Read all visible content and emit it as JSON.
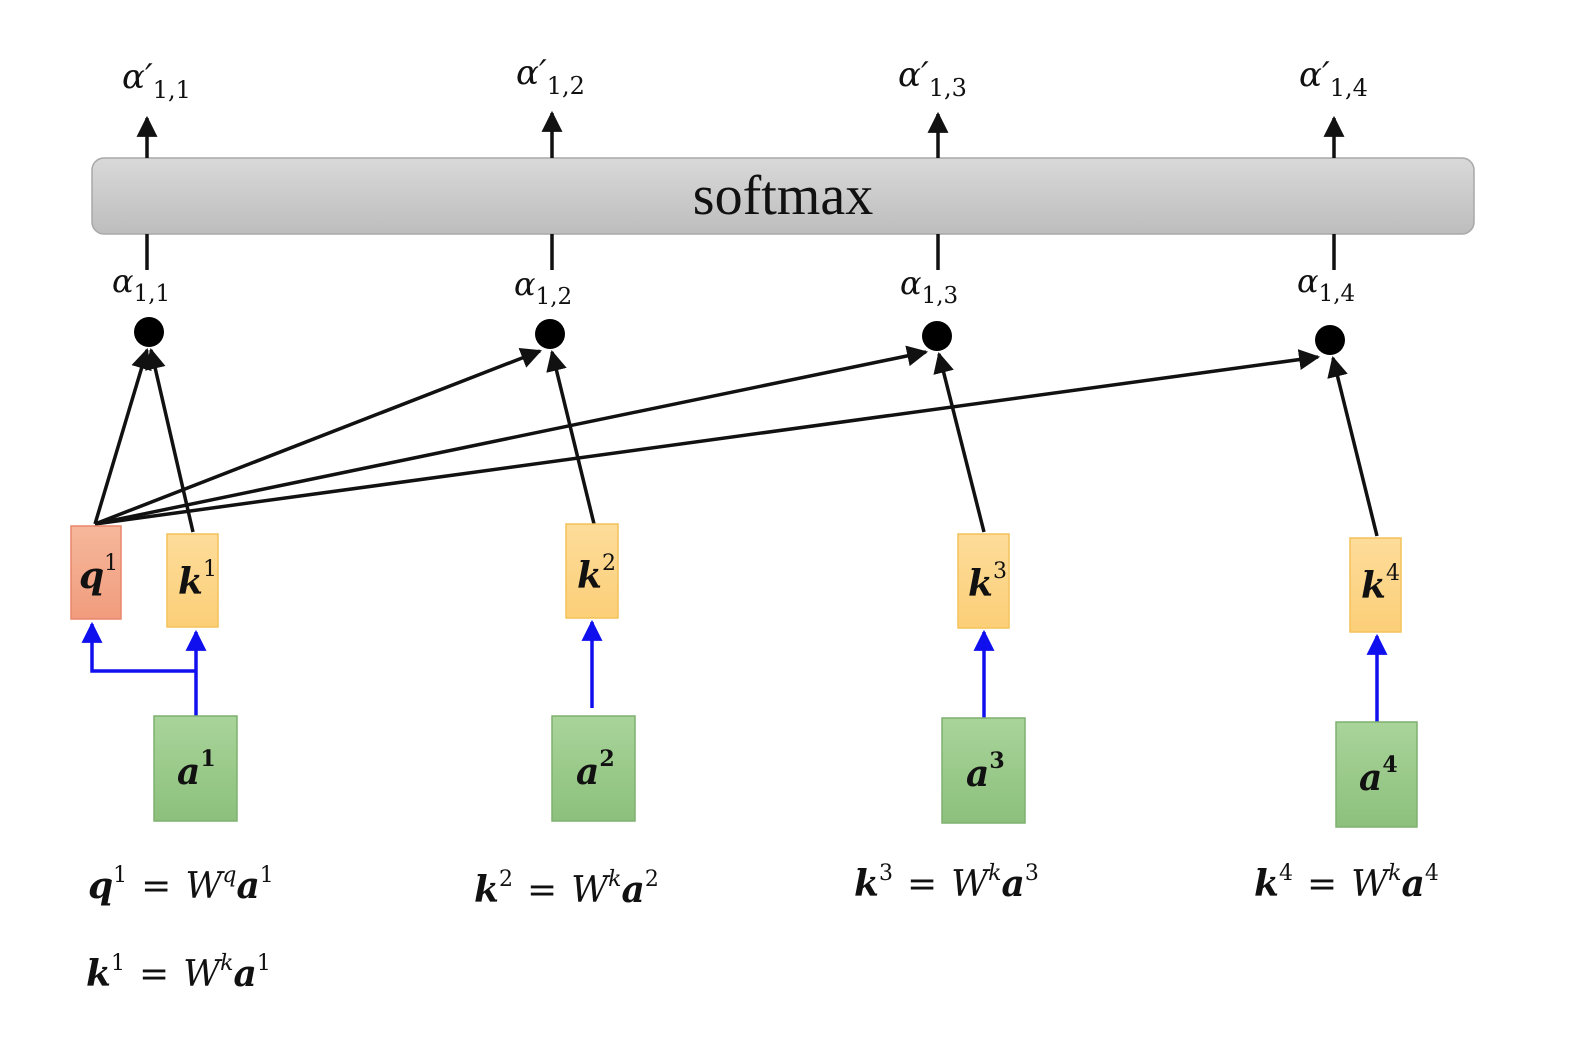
{
  "softmax": {
    "label": "softmax"
  },
  "outputs": [
    {
      "base": "α′",
      "sub": "1,1"
    },
    {
      "base": "α′",
      "sub": "1,2"
    },
    {
      "base": "α′",
      "sub": "1,3"
    },
    {
      "base": "α′",
      "sub": "1,4"
    }
  ],
  "scores": [
    {
      "base": "α",
      "sub": "1,1"
    },
    {
      "base": "α",
      "sub": "1,2"
    },
    {
      "base": "α",
      "sub": "1,3"
    },
    {
      "base": "α",
      "sub": "1,4"
    }
  ],
  "query": {
    "base": "q",
    "sup": "1"
  },
  "keys": [
    {
      "base": "k",
      "sup": "1"
    },
    {
      "base": "k",
      "sup": "2"
    },
    {
      "base": "k",
      "sup": "3"
    },
    {
      "base": "k",
      "sup": "4"
    }
  ],
  "inputs": [
    {
      "base": "a",
      "sup": "1"
    },
    {
      "base": "a",
      "sup": "2"
    },
    {
      "base": "a",
      "sup": "3"
    },
    {
      "base": "a",
      "sup": "4"
    }
  ],
  "equations": [
    {
      "lhs": "q",
      "lhs_sup": "1",
      "eq": "=",
      "w": "W",
      "w_sup": "q",
      "rhs": "a",
      "rhs_sup": "1"
    },
    {
      "lhs": "k",
      "lhs_sup": "2",
      "eq": "=",
      "w": "W",
      "w_sup": "k",
      "rhs": "a",
      "rhs_sup": "2"
    },
    {
      "lhs": "k",
      "lhs_sup": "3",
      "eq": "=",
      "w": "W",
      "w_sup": "k",
      "rhs": "a",
      "rhs_sup": "3"
    },
    {
      "lhs": "k",
      "lhs_sup": "4",
      "eq": "=",
      "w": "W",
      "w_sup": "k",
      "rhs": "a",
      "rhs_sup": "4"
    },
    {
      "lhs": "k",
      "lhs_sup": "1",
      "eq": "=",
      "w": "W",
      "w_sup": "k",
      "rhs": "a",
      "rhs_sup": "1"
    }
  ],
  "colors": {
    "query_fill": "#f4a98a",
    "query_stroke": "#e8866a",
    "key_fill": "#fdd58a",
    "key_stroke": "#f3c25a",
    "input_fill": "#98c88a",
    "input_stroke": "#7fb070",
    "projection_arrow": "#1010ee",
    "score_arrow": "#111111",
    "softmax_fill": "#cfcfcf"
  }
}
